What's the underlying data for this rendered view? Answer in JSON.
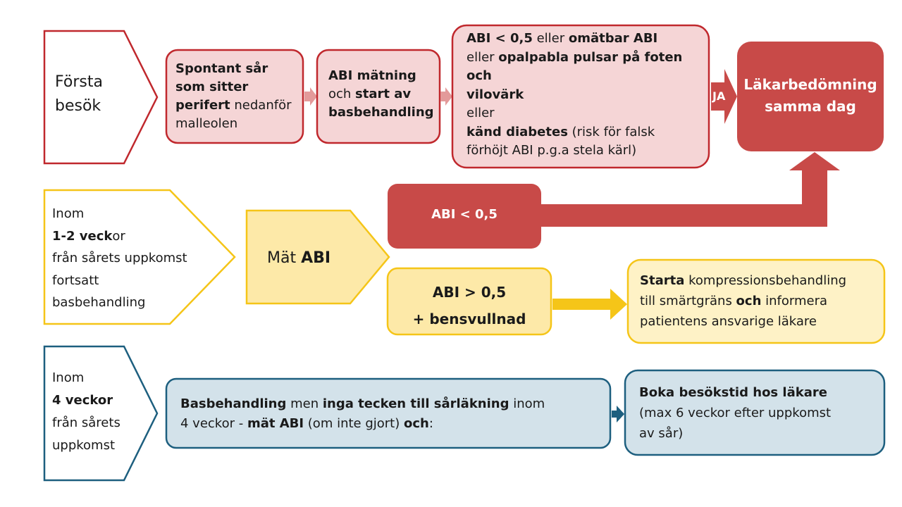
{
  "colors": {
    "red": "#c0282d",
    "red_fill": "#f5d5d6",
    "red_dark": "#c84a48",
    "yellow": "#f5c518",
    "yellow_fill": "#fde9a8",
    "yellow_light": "#fef2c6",
    "blue": "#1d5f7f",
    "blue_fill": "#d3e2ea"
  },
  "row1": {
    "chevron": [
      "Första",
      "besök"
    ],
    "box1": [
      [
        {
          "t": "Spontant sår",
          "b": true
        }
      ],
      [
        {
          "t": "som sitter",
          "b": true
        }
      ],
      [
        {
          "t": "perifert",
          "b": true
        },
        {
          "t": " nedanför",
          "b": false
        }
      ],
      [
        {
          "t": "malleolen",
          "b": false
        }
      ]
    ],
    "box2": [
      [
        {
          "t": "ABI mätning",
          "b": true
        }
      ],
      [
        {
          "t": "och ",
          "b": false
        },
        {
          "t": "start av",
          "b": true
        }
      ],
      [
        {
          "t": "basbehandling",
          "b": true
        }
      ]
    ],
    "box3": [
      [
        {
          "t": "ABI < 0,5",
          "b": true
        },
        {
          "t": " eller ",
          "b": false
        },
        {
          "t": "omätbar ABI",
          "b": true
        }
      ],
      [
        {
          "t": "eller ",
          "b": false
        },
        {
          "t": "opalpabla pulsar på foten",
          "b": true
        }
      ],
      [
        {
          "t": "och",
          "b": true
        }
      ],
      [
        {
          "t": "vilovärk",
          "b": true
        }
      ],
      [
        {
          "t": "eller",
          "b": false
        }
      ],
      [
        {
          "t": "känd diabetes",
          "b": true
        },
        {
          "t": " (risk för falsk",
          "b": false
        }
      ],
      [
        {
          "t": "förhöjt ABI p.g.a stela kärl)",
          "b": false
        }
      ]
    ],
    "ja_label": "JA",
    "doctor": [
      "Läkarbedömning",
      "samma dag"
    ]
  },
  "row2": {
    "chevron": [
      [
        {
          "t": "Inom",
          "b": false
        }
      ],
      [
        {
          "t": "1-2 veck",
          "b": true
        },
        {
          "t": "o",
          "b": false
        },
        {
          "t": "r",
          "b": false
        }
      ],
      [
        {
          "t": "från sårets uppkomst",
          "b": false
        }
      ],
      [
        {
          "t": "fortsatt",
          "b": false
        }
      ],
      [
        {
          "t": "basbehandling",
          "b": false
        }
      ]
    ],
    "measure": [
      {
        "t": "Mät ",
        "b": false
      },
      {
        "t": "ABI",
        "b": true
      }
    ],
    "abi_low": "ABI < 0,5",
    "abi_high": [
      "ABI > 0,5",
      "+ bensvullnad"
    ],
    "start": [
      [
        {
          "t": "Starta",
          "b": true
        },
        {
          "t": " kompressionsbehandling",
          "b": false
        }
      ],
      [
        {
          "t": "till smärtgräns ",
          "b": false
        },
        {
          "t": "och",
          "b": true
        },
        {
          "t": " informera",
          "b": false
        }
      ],
      [
        {
          "t": "patientens ansvarige läkare",
          "b": false
        }
      ]
    ]
  },
  "row3": {
    "chevron": [
      [
        {
          "t": "Inom",
          "b": false
        }
      ],
      [
        {
          "t": "4 veckor",
          "b": true
        }
      ],
      [
        {
          "t": "från sårets",
          "b": false
        }
      ],
      [
        {
          "t": "uppkomst",
          "b": false
        }
      ]
    ],
    "basbehandling": [
      [
        {
          "t": "Basbehandling",
          "b": true
        },
        {
          "t": " men ",
          "b": false
        },
        {
          "t": "inga tecken till sårläkning",
          "b": true
        },
        {
          "t": " inom",
          "b": false
        }
      ],
      [
        {
          "t": "4 veckor - ",
          "b": false
        },
        {
          "t": "mät ABI",
          "b": true
        },
        {
          "t": " (om inte gjort) ",
          "b": false
        },
        {
          "t": "och",
          "b": true
        },
        {
          "t": ":",
          "b": false
        }
      ]
    ],
    "book": [
      [
        {
          "t": "Boka besökstid hos läkare",
          "b": true
        }
      ],
      [
        {
          "t": "(max 6 veckor efter uppkomst",
          "b": false
        }
      ],
      [
        {
          "t": "av sår)",
          "b": false
        }
      ]
    ]
  }
}
